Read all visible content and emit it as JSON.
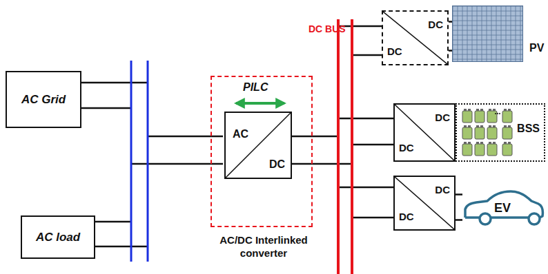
{
  "diagram": {
    "nodes": [
      {
        "text": [
          "AC Grid"
        ]
      },
      {
        "text": [
          "AC load"
        ]
      },
      {
        "text": [
          "AC/DC Interlinked converter"
        ]
      },
      {
        "text": [
          "AC",
          "DC"
        ],
        "in": 2
      },
      {
        "text": [
          "DC",
          "DC"
        ]
      },
      {
        "text": [
          "PV"
        ]
      },
      {
        "text": [
          "DC",
          "DC"
        ]
      },
      {
        "text": [
          "BSS"
        ]
      },
      {
        "text": [
          "DC",
          "DC"
        ]
      },
      {
        "text": [
          "EV"
        ]
      }
    ],
    "edges": [
      {
        "from": 4,
        "to": 5,
        "arrow": "none"
      },
      {
        "from": 6,
        "to": 7,
        "arrow": "none"
      },
      {
        "from": 8,
        "to": 9,
        "arrow": "none"
      }
    ],
    "labels": [
      "DC BUS",
      "PILC"
    ]
  }
}
